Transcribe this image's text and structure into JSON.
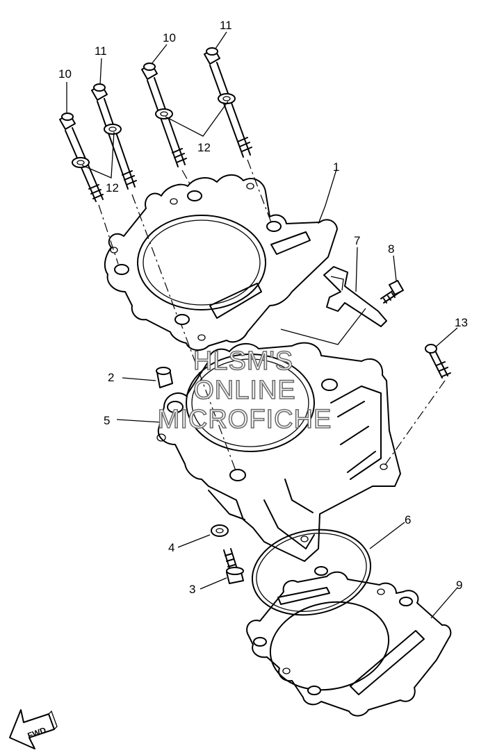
{
  "callouts": [
    {
      "label": "1"
    },
    {
      "label": "2"
    },
    {
      "label": "3"
    },
    {
      "label": "4"
    },
    {
      "label": "5"
    },
    {
      "label": "6"
    },
    {
      "label": "7"
    },
    {
      "label": "8"
    },
    {
      "label": "9"
    },
    {
      "label": "10"
    },
    {
      "label": "10"
    },
    {
      "label": "11"
    },
    {
      "label": "11"
    },
    {
      "label": "12"
    },
    {
      "label": "12"
    },
    {
      "label": "13"
    }
  ],
  "watermark": {
    "line1": "HLSM'S",
    "line2": "ONLINE",
    "line3": "MICROFICHE"
  },
  "fwd_label": "FWD",
  "colors": {
    "line": "#000000",
    "background": "#ffffff",
    "watermark_outline": "#6d6d6d"
  }
}
